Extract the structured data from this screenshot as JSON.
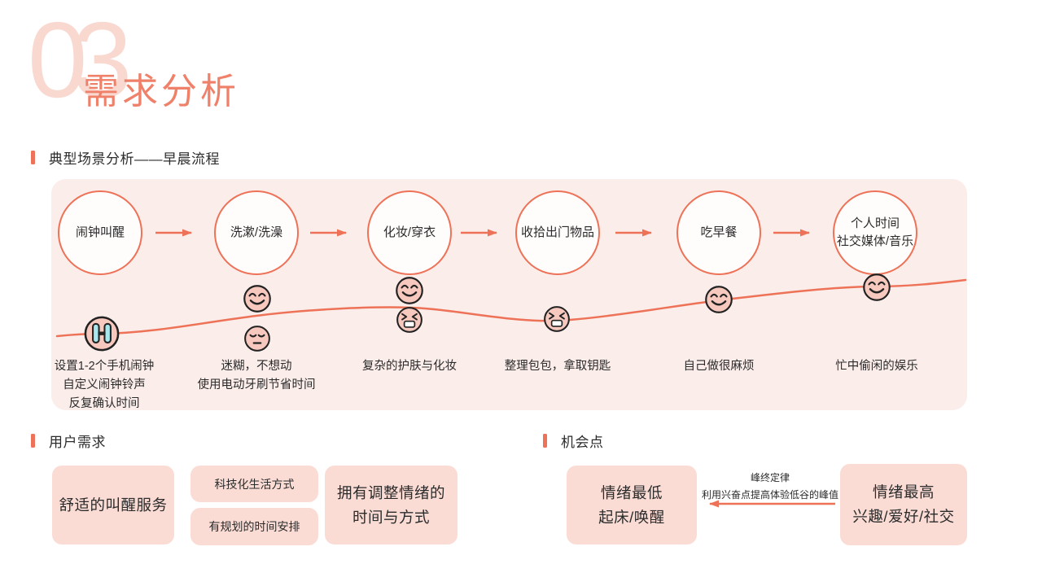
{
  "header": {
    "number": "03",
    "title": "需求分析"
  },
  "scenario": {
    "heading": "典型场景分析——早晨流程",
    "steps": [
      {
        "label": "闹钟叫醒",
        "moods": [
          "crying"
        ],
        "note": "设置1-2个手机闹钟\n自定义闹钟铃声\n反复确认时间"
      },
      {
        "label": "洗漱/洗澡",
        "moods": [
          "happy",
          "sleepy"
        ],
        "note": "迷糊，不想动\n使用电动牙刷节省时间"
      },
      {
        "label": "化妆/穿衣",
        "moods": [
          "happy",
          "frustrated"
        ],
        "note": "复杂的护肤与化妆"
      },
      {
        "label": "收拾出门物品",
        "moods": [
          "frustrated"
        ],
        "note": "整理包包，拿取钥匙"
      },
      {
        "label": "吃早餐",
        "moods": [
          "happy"
        ],
        "note": "自己做很麻烦"
      },
      {
        "label": "个人时间\n社交媒体/音乐",
        "moods": [
          "happy"
        ],
        "note": "忙中偷闲的娱乐"
      }
    ]
  },
  "user_needs": {
    "heading": "用户需求",
    "primary_box": "舒适的叫醒服务",
    "sub_boxes": [
      "科技化生活方式",
      "有规划的时间安排"
    ],
    "secondary_box": "拥有调整情绪的\n时间与方式"
  },
  "opportunities": {
    "heading": "机会点",
    "low_box": "情绪最低\n起床/唤醒",
    "high_box": "情绪最高\n兴趣/爱好/社交",
    "arrow_label_title": "峰终定律",
    "arrow_label_desc": "利用兴奋点提高体验低谷的峰值"
  },
  "icons": {
    "happy-face-icon": "😊",
    "sleepy-face-icon": "😔",
    "frustrated-face-icon": "😫",
    "crying-face-icon": "😭",
    "step-arrow-icon": "→",
    "opportunity-arrow-icon": "←"
  },
  "colors": {
    "accent": "#ED7257",
    "title_color": "#EF8069",
    "number_color": "#F9D8D0",
    "panel_bg": "#FBEDEA",
    "box_bg": "#FADCD5",
    "face_fill": "#F6C8BE",
    "tear_fill": "#A8E7EE",
    "text_dark": "#2B2B2B"
  }
}
